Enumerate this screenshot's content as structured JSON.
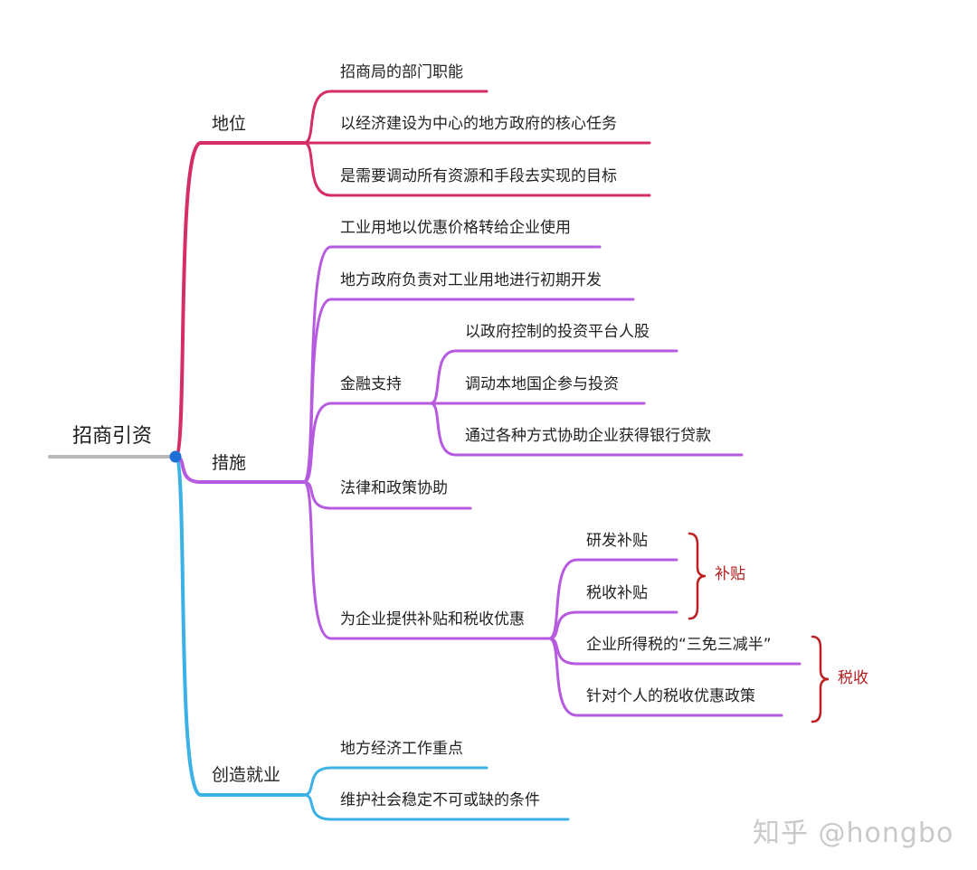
{
  "colors": {
    "root_line": "#b8b8b8",
    "node_dot": "#1f6ed6",
    "status": "#d42e64",
    "measures": "#b65be0",
    "employment": "#3bb1e6",
    "bracket": "#bf1f1f"
  },
  "root": {
    "label": "招商引资"
  },
  "branches": {
    "status": {
      "label": "地位",
      "items": [
        "招商局的部门职能",
        "以经济建设为中心的地方政府的核心任务",
        "是需要调动所有资源和手段去实现的目标"
      ]
    },
    "measures": {
      "label": "措施",
      "items": [
        "工业用地以优惠价格转给企业使用",
        "地方政府负责对工业用地进行初期开发",
        "金融支持",
        "法律和政策协助",
        "为企业提供补贴和税收优惠"
      ],
      "finance": [
        "以政府控制的投资平台人股",
        "调动本地国企参与投资",
        "通过各种方式协助企业获得银行贷款"
      ],
      "incentives": [
        "研发补贴",
        "税收补贴",
        "企业所得税的“三免三减半”",
        "针对个人的税收优惠政策"
      ]
    },
    "employment": {
      "label": "创造就业",
      "items": [
        "地方经济工作重点",
        "维护社会稳定不可或缺的条件"
      ]
    }
  },
  "annotations": {
    "subsidy": "补贴",
    "tax": "税收"
  },
  "watermark": "知乎 @hongbo"
}
